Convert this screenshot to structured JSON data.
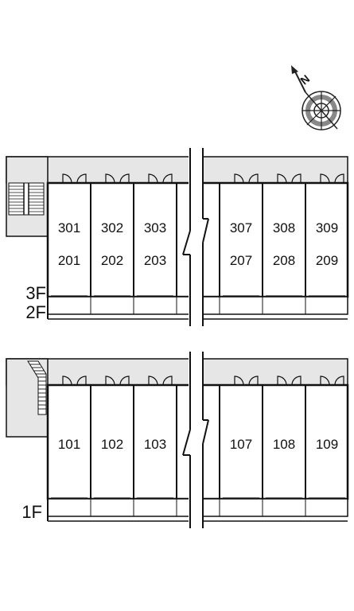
{
  "compass": {
    "icon": "compass-north-arrow-icon",
    "north_label": "N"
  },
  "upper_plan": {
    "floor_labels": [
      "3F",
      "2F"
    ],
    "units_left": [
      [
        "301",
        "201"
      ],
      [
        "302",
        "202"
      ],
      [
        "303",
        "203"
      ]
    ],
    "units_right": [
      [
        "307",
        "207"
      ],
      [
        "308",
        "208"
      ],
      [
        "309",
        "209"
      ]
    ]
  },
  "lower_plan": {
    "floor_labels": [
      "1F"
    ],
    "units_left": [
      [
        "101"
      ],
      [
        "102"
      ],
      [
        "103"
      ]
    ],
    "units_right": [
      [
        "107"
      ],
      [
        "108"
      ],
      [
        "109"
      ]
    ]
  },
  "colors": {
    "corridor": "#e6e6e6",
    "line": "#111111",
    "background": "#ffffff"
  }
}
